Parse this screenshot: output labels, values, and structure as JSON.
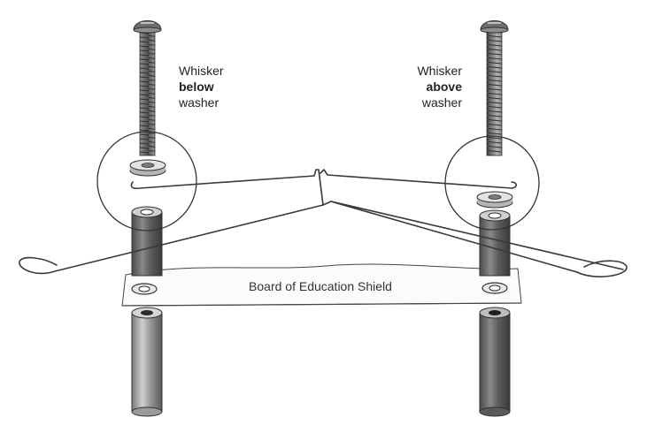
{
  "left_label": {
    "line1": "Whisker",
    "line2": "below",
    "line3": "washer"
  },
  "right_label": {
    "line1": "Whisker",
    "line2": "above",
    "line3": "washer"
  },
  "board_label": "Board of Education Shield",
  "colors": {
    "metal_dark": "#595959",
    "metal_mid": "#8c8c8c",
    "metal_light": "#d9d9d9",
    "outline": "#333333",
    "wire": "#3a3a3a"
  }
}
